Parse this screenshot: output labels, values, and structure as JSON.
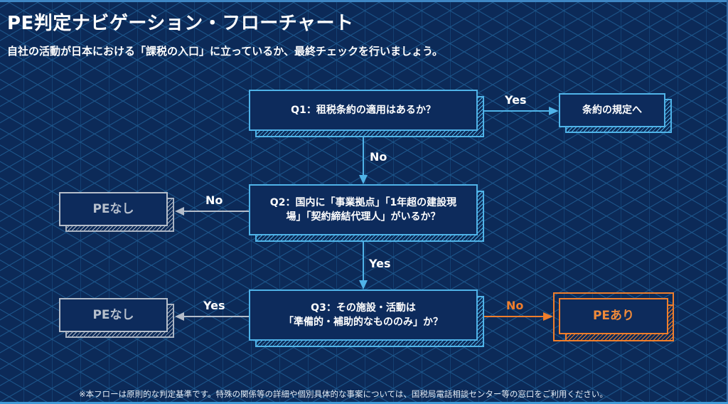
{
  "header": {
    "title": "PE判定ナビゲーション・フローチャート",
    "subtitle": "自社の活動が日本における「課税の入口」に立っているか、最終チェックを行いましょう。"
  },
  "colors": {
    "background": "#0c2a58",
    "grid": "#1f5f96",
    "accent": "#4fb3e8",
    "neutral": "#b4bdca",
    "highlight": "#ef7e2c"
  },
  "nodes": {
    "q1": {
      "label": "Q1：租税条約の適用はあるか？"
    },
    "treaty": {
      "label": "条約の規定へ"
    },
    "q2": {
      "label_line1": "Q2：国内に「事業拠点」「1年超の建設現",
      "label_line2": "場」「契約締結代理人」がいるか？"
    },
    "no_pe_1": {
      "label": "PEなし"
    },
    "q3": {
      "label_line1": "Q3：その施設・活動は",
      "label_line2": "「準備的・補助的なもののみ」か？"
    },
    "no_pe_2": {
      "label": "PEなし"
    },
    "pe_yes": {
      "label": "PEあり"
    }
  },
  "edges": {
    "q1_to_treaty": {
      "label": "Yes"
    },
    "q1_to_q2": {
      "label": "No"
    },
    "q2_to_no_pe": {
      "label": "No"
    },
    "q2_to_q3": {
      "label": "Yes"
    },
    "q3_to_no_pe": {
      "label": "Yes"
    },
    "q3_to_pe": {
      "label": "No"
    }
  },
  "footer": {
    "note": "※本フローは原則的な判定基準です。特殊の関係等の詳細や個別具体的な事案については、国税局電話相談センター等の窓口をご利用ください。"
  }
}
